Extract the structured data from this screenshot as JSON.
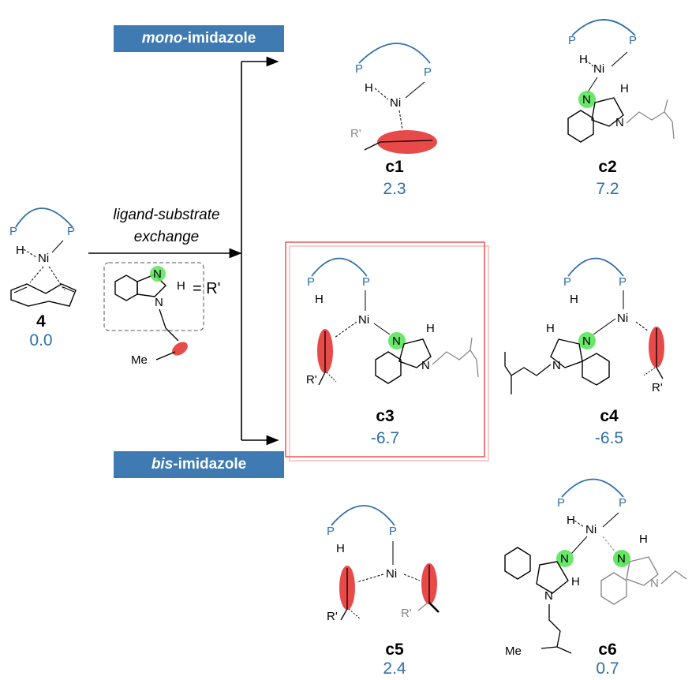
{
  "banners": {
    "mono_prefix": "mono",
    "mono_suffix": "-imidazole",
    "bis_prefix": "bis",
    "bis_suffix": "-imidazole"
  },
  "arrow_label": {
    "line1": "ligand-substrate",
    "line2": "exchange"
  },
  "ligand_def": {
    "equals": "= R'",
    "me": "Me"
  },
  "atoms": {
    "P": "P",
    "H": "H",
    "Ni": "Ni",
    "N": "N",
    "R": "R'",
    "Me": "Me"
  },
  "compounds": [
    {
      "id": "4",
      "energy": "0.0"
    },
    {
      "id": "c1",
      "energy": "2.3"
    },
    {
      "id": "c2",
      "energy": "7.2"
    },
    {
      "id": "c3",
      "energy": "-6.7"
    },
    {
      "id": "c4",
      "energy": "-6.5"
    },
    {
      "id": "c5",
      "energy": "2.4"
    },
    {
      "id": "c6",
      "energy": "0.7"
    }
  ],
  "colors": {
    "banner": "#3f7ab3",
    "energy": "#2f6fa8",
    "phosphine_arc": "#2f6fa8",
    "highlight_green": "#5be55b",
    "highlight_red": "#e84a4a",
    "box_border": "#e84a4a"
  }
}
